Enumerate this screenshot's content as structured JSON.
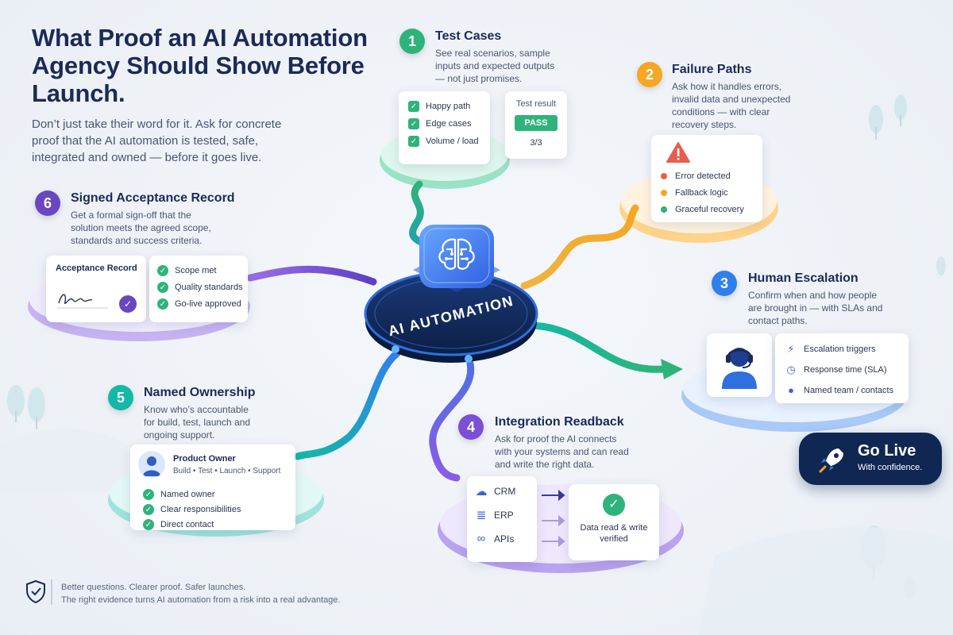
{
  "title": "What Proof an AI Automation Agency Should Show Before Launch.",
  "subtitle": "Don’t just take their word for it. Ask for concrete proof that the AI automation is tested, safe, integrated and owned — before it goes live.",
  "hub": {
    "label": "AI AUTOMATION",
    "icon": "brain-icon"
  },
  "steps": {
    "s1": {
      "number": "1",
      "title": "Test Cases",
      "desc": "See real scenarios, sample inputs and expected outputs — not just promises.",
      "color": "#2fb37a",
      "items": [
        "Happy path",
        "Edge cases",
        "Volume / load"
      ],
      "result_label": "Test result",
      "result_badge": "PASS",
      "result_count": "3/3"
    },
    "s2": {
      "number": "2",
      "title": "Failure Paths",
      "desc": "Ask how it handles errors, invalid data and unexpected conditions — with clear recovery steps.",
      "color": "#f5a623",
      "items": [
        "Error detected",
        "Fallback logic",
        "Graceful recovery"
      ],
      "item_colors": [
        "#e85d4f",
        "#f5a623",
        "#2fb37a"
      ]
    },
    "s3": {
      "number": "3",
      "title": "Human Escalation",
      "desc": "Confirm when and how people are brought in — with SLAs and contact paths.",
      "color": "#2f80ed",
      "items": [
        "Escalation triggers",
        "Response time (SLA)",
        "Named team / contacts"
      ],
      "item_icons": [
        "lightning-icon",
        "clock-icon",
        "person-icon"
      ]
    },
    "s4": {
      "number": "4",
      "title": "Integration Readback",
      "desc": "Ask for proof the AI connects with your systems and can read and write the right data.",
      "color": "#7b4fd6",
      "systems": [
        "CRM",
        "ERP",
        "APIs"
      ],
      "system_icons": [
        "cloud-icon",
        "database-icon",
        "link-icon"
      ],
      "verified_text": "Data read & write verified"
    },
    "s5": {
      "number": "5",
      "title": "Named Ownership",
      "desc": "Know who’s accountable for build, test, launch and ongoing support.",
      "color": "#14b8a6",
      "owner_title": "Product Owner",
      "owner_sub": "Build • Test • Launch • Support",
      "items": [
        "Named owner",
        "Clear responsibilities",
        "Direct contact"
      ]
    },
    "s6": {
      "number": "6",
      "title": "Signed Acceptance Record",
      "desc": "Get a formal sign-off that the solution meets the agreed scope, standards and success criteria.",
      "color": "#6b46c1",
      "record_title": "Acceptance Record",
      "items": [
        "Scope met",
        "Quality standards",
        "Go-live approved"
      ]
    }
  },
  "golive": {
    "title": "Go Live",
    "sub": "With confidence.",
    "icon": "rocket-icon"
  },
  "footer": {
    "line1": "Better questions. Clearer proof. Safer launches.",
    "line2": "The right evidence turns AI automation from a risk into a real advantage.",
    "icon": "shield-check-icon"
  }
}
